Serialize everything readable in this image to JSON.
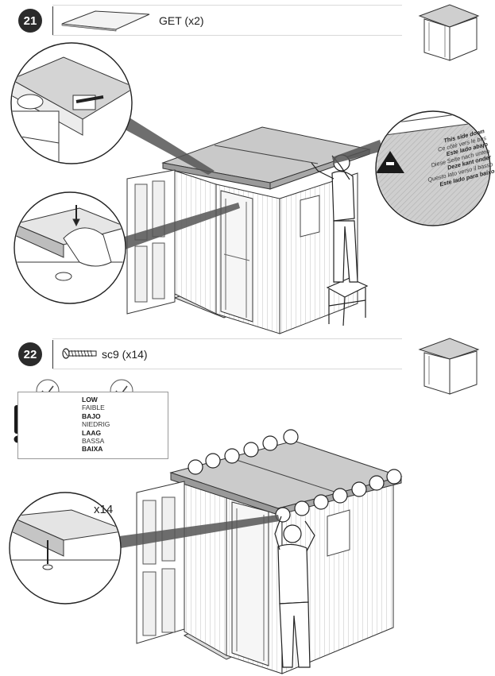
{
  "steps": [
    {
      "number": "21",
      "part_label": "GET (x2)"
    },
    {
      "number": "22",
      "part_label": "sc9 (x14)"
    }
  ],
  "stamp_lines": [
    {
      "text": "This side down",
      "weight": "bold"
    },
    {
      "text": "Ce côté vers le bas",
      "weight": "normal"
    },
    {
      "text": "Este lado abajo",
      "weight": "bold"
    },
    {
      "text": "Diese Seite nach unten",
      "weight": "normal"
    },
    {
      "text": "Deze kant onder",
      "weight": "bold"
    },
    {
      "text": "Questo lato verso il basso",
      "weight": "normal"
    },
    {
      "text": "Este lado para baixo",
      "weight": "bold"
    }
  ],
  "torque_labels": [
    {
      "text": "LOW",
      "weight": "bold"
    },
    {
      "text": "FAIBLE",
      "weight": "normal"
    },
    {
      "text": "BAJO",
      "weight": "bold"
    },
    {
      "text": "NIEDRIG",
      "weight": "normal"
    },
    {
      "text": "LAAG",
      "weight": "bold"
    },
    {
      "text": "BASSA",
      "weight": "normal"
    },
    {
      "text": "BAIXA",
      "weight": "bold"
    }
  ],
  "screw_count_label": "x14",
  "icons": {
    "warning": "exclamation-icon",
    "check": "checkmark-icon",
    "screwdriver": "screwdriver-icon",
    "drill": "power-drill-icon",
    "screw": "screw-icon",
    "panel": "roof-panel-icon",
    "shed": "shed-thumbnail-icon"
  }
}
